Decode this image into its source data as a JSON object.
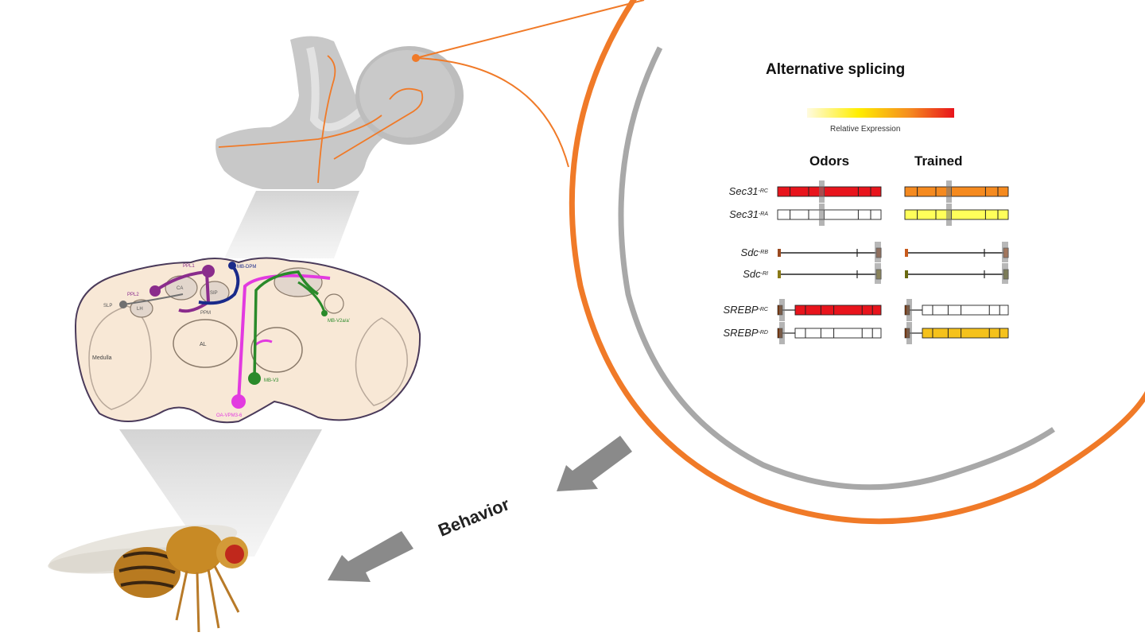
{
  "title": "Alternative splicing",
  "legend": {
    "label": "Relative Expression",
    "gradient": [
      "#fffbe0",
      "#ffee00",
      "#f58a1f",
      "#e8141c"
    ]
  },
  "columns": [
    "Odors",
    "Trained"
  ],
  "genes": [
    {
      "base": "Sec31",
      "sup": "-RC",
      "odors": "#e8141c",
      "trained": "#f58a1f"
    },
    {
      "base": "Sec31",
      "sup": "-RA",
      "odors": "#ffffff",
      "trained": "#ffff5a"
    },
    {
      "base": "Sdc",
      "sup": "-RB",
      "odors": "#9a4a20",
      "trained": "#c85a1c"
    },
    {
      "base": "Sdc",
      "sup": "-RI",
      "odors": "#8a7a18",
      "trained": "#6a6a10"
    },
    {
      "base": "SREBP",
      "sup": "-RC",
      "odors": "#e8141c",
      "trained": "#ffffff"
    },
    {
      "base": "SREBP",
      "sup": "-RD",
      "odors": "#ffffff",
      "trained": "#f5c21c"
    }
  ],
  "brain_labels": {
    "ppl1": "PPL1",
    "ppl2": "PPL2",
    "mbdpm": "MB-DPM",
    "ca": "CA",
    "sip": "SIP",
    "slp": "SLP",
    "lh": "LH",
    "ppm": "PPM",
    "mbv2a": "MB-V2a/a'",
    "mbv3": "MB-V3",
    "al": "AL",
    "medulla": "Medulla",
    "ohvt": "OA-VPM3-6"
  },
  "behavior": "Behavior",
  "colors": {
    "accent_orange": "#f07a28",
    "gray_arc": "#a8a8a8",
    "brain_fill": "#f8e8d6",
    "purple": "#8a2c8c",
    "navy": "#1a2a8a",
    "green": "#2a8a2a",
    "magenta": "#e23ae0"
  }
}
